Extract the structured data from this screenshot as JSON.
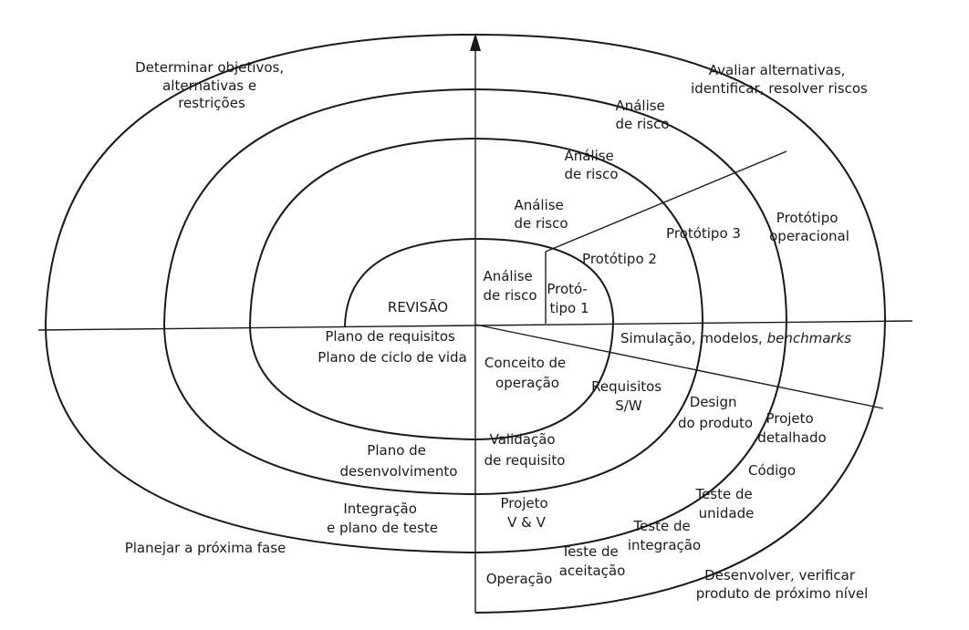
{
  "quadrants": {
    "top_left": [
      "Determinar objetivos,",
      "alternativas e",
      "restrições"
    ],
    "top_right": [
      "Avaliar alternativas,",
      "identificar, resolver riscos"
    ],
    "bottom_left": [
      "Planejar a próxima fase"
    ],
    "bottom_right": [
      "Desenvolver, verificar",
      "produto de próximo nível"
    ]
  },
  "risk_analysis": {
    "r1": [
      "Análise",
      "de risco"
    ],
    "r2": [
      "Análise",
      "de risco"
    ],
    "r3": [
      "Análise",
      "de risco"
    ],
    "r4": [
      "Análise",
      "de risco"
    ]
  },
  "prototypes": {
    "p1": [
      "Protó-",
      "tipo 1"
    ],
    "p2": "Protótipo 2",
    "p3": "Protótipo 3",
    "op": [
      "Protótipo",
      "operacional"
    ]
  },
  "review": "REVISÃO",
  "planning": {
    "requirements": [
      "Plano de requisitos",
      "Plano de ciclo de vida"
    ],
    "development": [
      "Plano de",
      "desenvolvimento"
    ],
    "integration": [
      "Integração",
      "e plano de teste"
    ]
  },
  "engineering": {
    "simulation": "Simulação, modelos,",
    "benchmarks": "benchmarks",
    "concept": [
      "Conceito de",
      "operação"
    ],
    "requirements_sw": [
      "Requisitos",
      "S/W"
    ],
    "product_design": [
      "Design",
      "do produto"
    ],
    "detailed_design": [
      "Projeto",
      "detalhado"
    ],
    "code": "Código",
    "unit_test": [
      "Teste de",
      "unidade"
    ],
    "integration_test": [
      "Teste de",
      "integração"
    ],
    "acceptance_test": [
      "Teste de",
      "aceitação"
    ],
    "operation": "Operação",
    "validation": [
      "Validação",
      "de requisito"
    ],
    "vv": [
      "Projeto",
      "V & V"
    ]
  }
}
